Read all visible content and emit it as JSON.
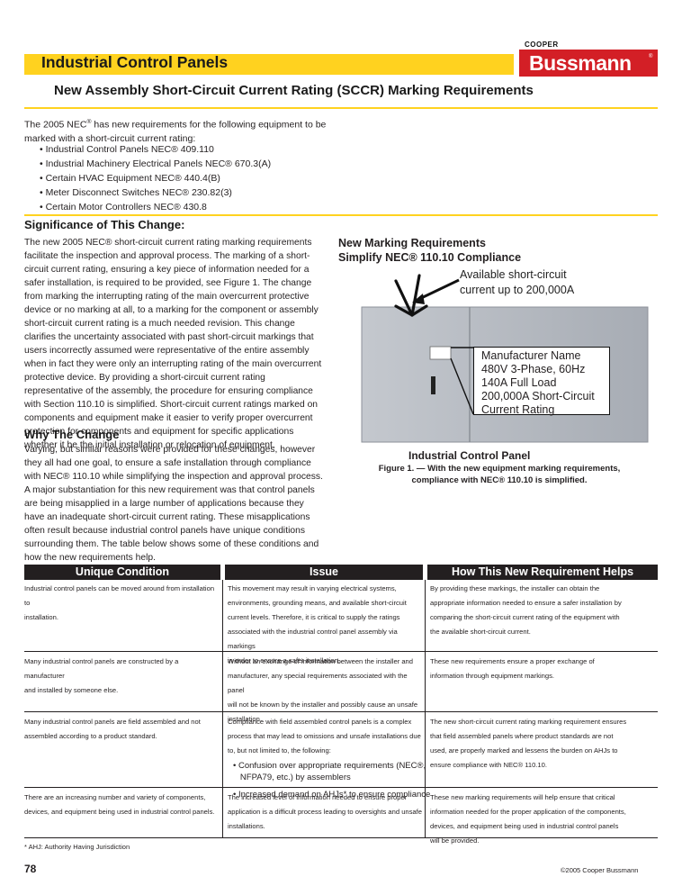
{
  "header": {
    "title": "Industrial Control Panels",
    "logo_cooper": "COOPER",
    "logo_brand": "Bussmann"
  },
  "subtitle": "New Assembly Short-Circuit Current Rating (SCCR) Marking Requirements",
  "intro": {
    "text_a": "The 2005 NEC",
    "text_b": " has new requirements for the following equipment to be marked with a short-circuit current rating:",
    "bullets": [
      "• Industrial Control Panels NEC® 409.110",
      "• Industrial Machinery Electrical Panels NEC® 670.3(A)",
      "• Certain HVAC Equipment NEC® 440.4(B)",
      "• Meter Disconnect Switches NEC® 230.82(3)",
      "• Certain Motor Controllers NEC® 430.8"
    ]
  },
  "significance": {
    "heading": "Significance of This Change:",
    "body": "The new 2005 NEC® short-circuit current rating marking requirements facilitate the inspection and approval process. The marking of a short-circuit current rating, ensuring a key piece of information needed for a safer installation, is required to be provided, see Figure 1. The change from marking the interrupting rating of the main overcurrent protective device or no marking at all, to a marking for the component or assembly short-circuit current rating is a much needed revision. This change clarifies the uncertainty associated with past short-circuit markings that users incorrectly assumed were representative of the entire assembly when in fact they were only an interrupting rating of the main overcurrent protective device. By providing a short-circuit current rating representative of the assembly, the procedure for ensuring compliance with Section 110.10 is simplified. Short-circuit current ratings marked on components and equipment make it easier to verify proper overcurrent protection for components and equipment for specific applications whether it be the initial installation or relocation of equipment."
  },
  "why": {
    "heading": "Why The Change",
    "body": "Varying, but similar reasons were provided for these changes, however they all had one goal, to ensure a safe installation through compliance with NEC® 110.10 while simplifying the inspection and approval process. A major substantiation for this new requirement was that control panels are being misapplied in a large number of applications because they have an inadequate short-circuit current rating. These misapplications often result because industrial control panels have unique conditions surrounding them. The table below shows some of these conditions and how the new requirements help."
  },
  "figure": {
    "title_line1": "New Marking Requirements",
    "title_line2": "Simplify NEC® 110.10 Compliance",
    "available_line1": "Available short-circuit",
    "available_line2": "current up to 200,000A",
    "label_lines": [
      "Manufacturer Name",
      "480V 3-Phase, 60Hz",
      "140A Full Load",
      "200,000A Short-Circuit",
      "Current Rating"
    ],
    "panel_name": "Industrial Control Panel",
    "caption_line1": "Figure 1. — With the new equipment marking requirements,",
    "caption_line2": "compliance with NEC® 110.10 is simplified."
  },
  "table": {
    "headers": [
      "Unique Condition",
      "Issue",
      "How This New Requirement Helps"
    ],
    "rows": [
      {
        "condition": [
          "Industrial control panels can be moved around from installation to",
          "installation."
        ],
        "issue": [
          "This movement may result in varying electrical systems,",
          "environments, grounding means, and available short-circuit",
          "current levels. Therefore, it is critical to supply the ratings",
          "associated with the industrial control panel assembly via markings",
          "in order to ensure a safer installation."
        ],
        "helps": [
          "By providing these markings, the installer can obtain the",
          "appropriate information needed to ensure a safer installation by",
          "comparing the short-circuit current rating of the equipment with",
          "the available short-circuit current."
        ]
      },
      {
        "condition": [
          "Many industrial control panels are constructed by a manufacturer",
          "and installed by someone else."
        ],
        "issue": [
          "Without an exchange of information between the installer and",
          "manufacturer, any special requirements associated with the panel",
          "will not be known by the installer and possibly cause an unsafe",
          "installation."
        ],
        "helps": [
          "These new requirements ensure a proper exchange of",
          "information through equipment markings."
        ]
      },
      {
        "condition": [
          "Many industrial control panels are field assembled and not",
          "assembled according to a product standard."
        ],
        "issue": [
          "Compliance with field assembled control panels is a complex",
          "process that may lead to omissions and unsafe installations due",
          "to, but not limited to, the following:"
        ],
        "issue_bullets": [
          "• Confusion over appropriate requirements (NEC®,",
          "   NFPA79, etc.) by assemblers",
          "• Increased demand on AHJs* to ensure compliance"
        ],
        "helps": [
          "The new short-circuit current rating marking requirement ensures",
          "that field assembled panels where product standards are not",
          "used, are properly marked and lessens the burden on AHJs to",
          "ensure compliance with NEC® 110.10."
        ]
      },
      {
        "condition": [
          "There are an increasing number and variety of components,",
          "devices, and equipment being used in industrial control panels."
        ],
        "issue": [
          "The increased level of information needed to ensure proper",
          "application is a difficult process leading to oversights and unsafe",
          "installations."
        ],
        "helps": [
          "These new marking requirements will help ensure that critical",
          "information needed for the proper application of the components,",
          "devices, and equipment being used in industrial control panels",
          "will be provided."
        ]
      }
    ]
  },
  "footnote": "* AHJ: Authority Having Jurisdiction",
  "page_number": "78",
  "copyright": "©2005 Cooper Bussmann",
  "colors": {
    "accent_yellow": "#ffd21f",
    "brand_red": "#d31f26",
    "panel_gray": "#b9bdc4"
  }
}
